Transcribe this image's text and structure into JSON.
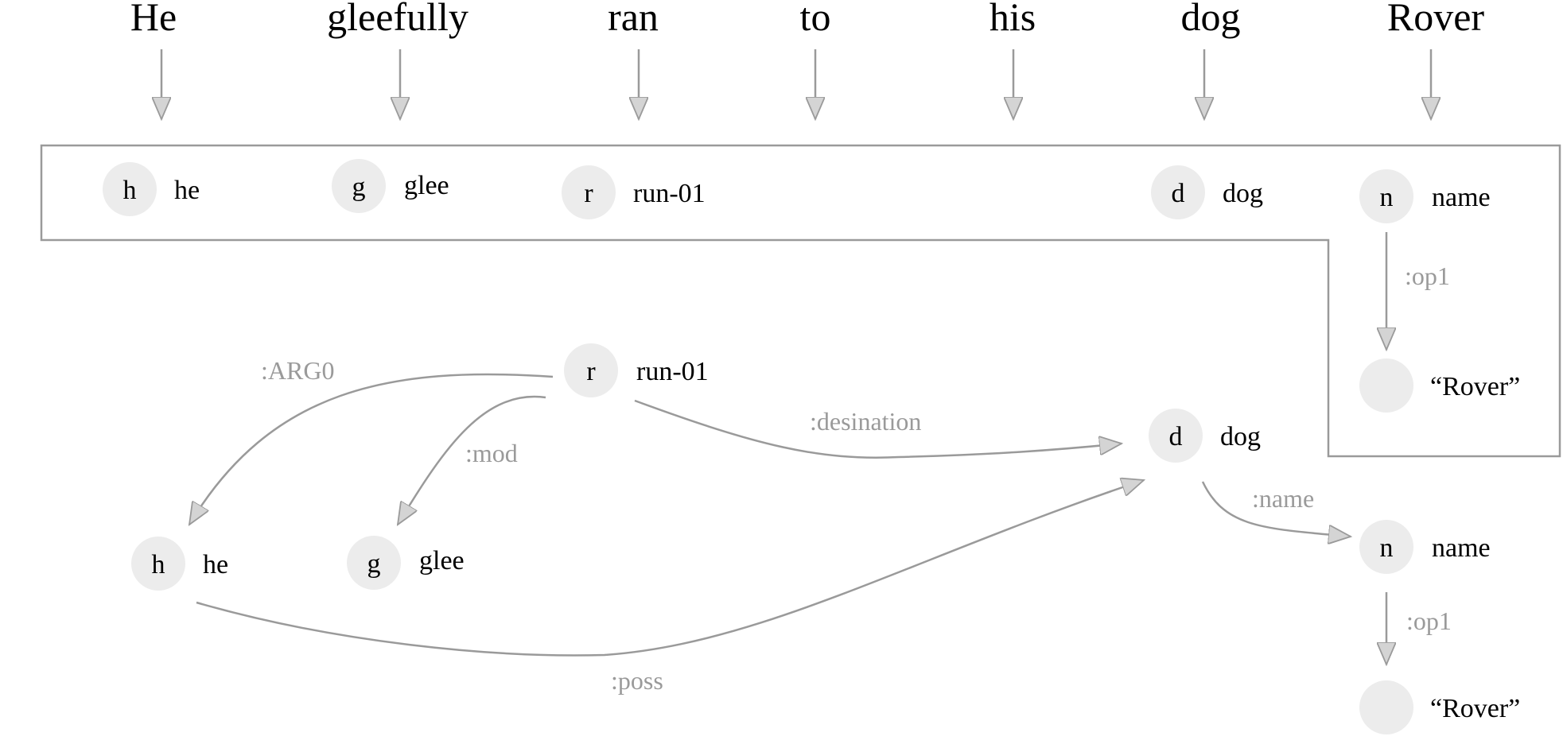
{
  "sentence": {
    "words": [
      "He",
      "gleefully",
      "ran",
      "to",
      "his",
      "dog",
      "Rover"
    ]
  },
  "alignment_row": {
    "nodes": [
      {
        "var": "h",
        "concept": "he"
      },
      {
        "var": "g",
        "concept": "glee"
      },
      {
        "var": "r",
        "concept": "run-01"
      },
      {
        "var": "d",
        "concept": "dog"
      },
      {
        "var": "n",
        "concept": "name"
      },
      {
        "var": "",
        "concept": "“Rover”"
      }
    ],
    "edges": [
      {
        "label": ":op1",
        "from": "n",
        "to": "Rover"
      }
    ]
  },
  "graph": {
    "nodes": [
      {
        "var": "r",
        "concept": "run-01"
      },
      {
        "var": "h",
        "concept": "he"
      },
      {
        "var": "g",
        "concept": "glee"
      },
      {
        "var": "d",
        "concept": "dog"
      },
      {
        "var": "n",
        "concept": "name"
      },
      {
        "var": "",
        "concept": "“Rover”"
      }
    ],
    "edges": [
      {
        "label": ":ARG0",
        "from": "r",
        "to": "h"
      },
      {
        "label": ":mod",
        "from": "r",
        "to": "g"
      },
      {
        "label": ":desination",
        "from": "r",
        "to": "d"
      },
      {
        "label": ":poss",
        "from": "h",
        "to": "d"
      },
      {
        "label": ":name",
        "from": "d",
        "to": "n"
      },
      {
        "label": ":op1",
        "from": "n",
        "to": "Rover"
      }
    ]
  },
  "colors": {
    "node_fill": "#ececec",
    "edge": "#9a9a9a",
    "arrowhead_fill": "#d4d4d4",
    "text": "#000000"
  }
}
